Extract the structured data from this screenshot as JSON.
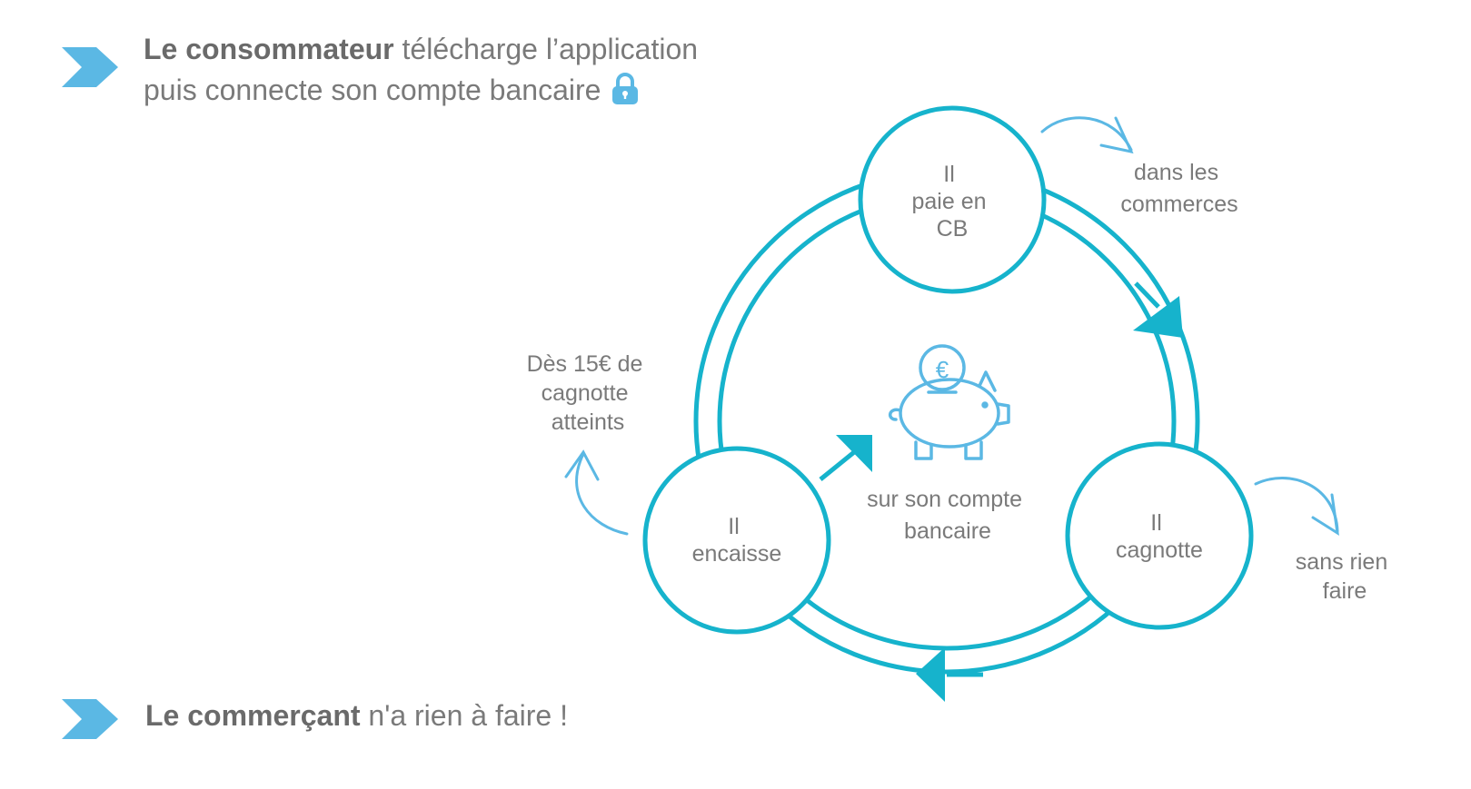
{
  "intro": {
    "bold": "Le consommateur",
    "line1_rest": " télécharge l’application",
    "line2": "puis connecte son compte bancaire"
  },
  "merchant": {
    "bold": "Le commerçant",
    "rest": " n'a rien à faire !"
  },
  "cycle": {
    "top_node": [
      "Il",
      "paie en",
      "CB"
    ],
    "right_node": [
      "Il",
      "cagnotte"
    ],
    "left_node": [
      "Il",
      "encaisse"
    ],
    "top_note": [
      "dans les",
      "commerces"
    ],
    "right_note": [
      "sans rien",
      "faire"
    ],
    "left_note": [
      "Dès 15€ de",
      "cagnotte",
      "atteints"
    ],
    "center_note": [
      "sur son compte",
      "bancaire"
    ]
  },
  "icons": {
    "bullet": "chevron-right-icon",
    "lock": "lock-icon",
    "piggy": "piggy-bank-euro-icon"
  },
  "colors": {
    "accent": "#16b3cc",
    "light_accent": "#5bb8e4",
    "text": "#7a7a7a"
  }
}
